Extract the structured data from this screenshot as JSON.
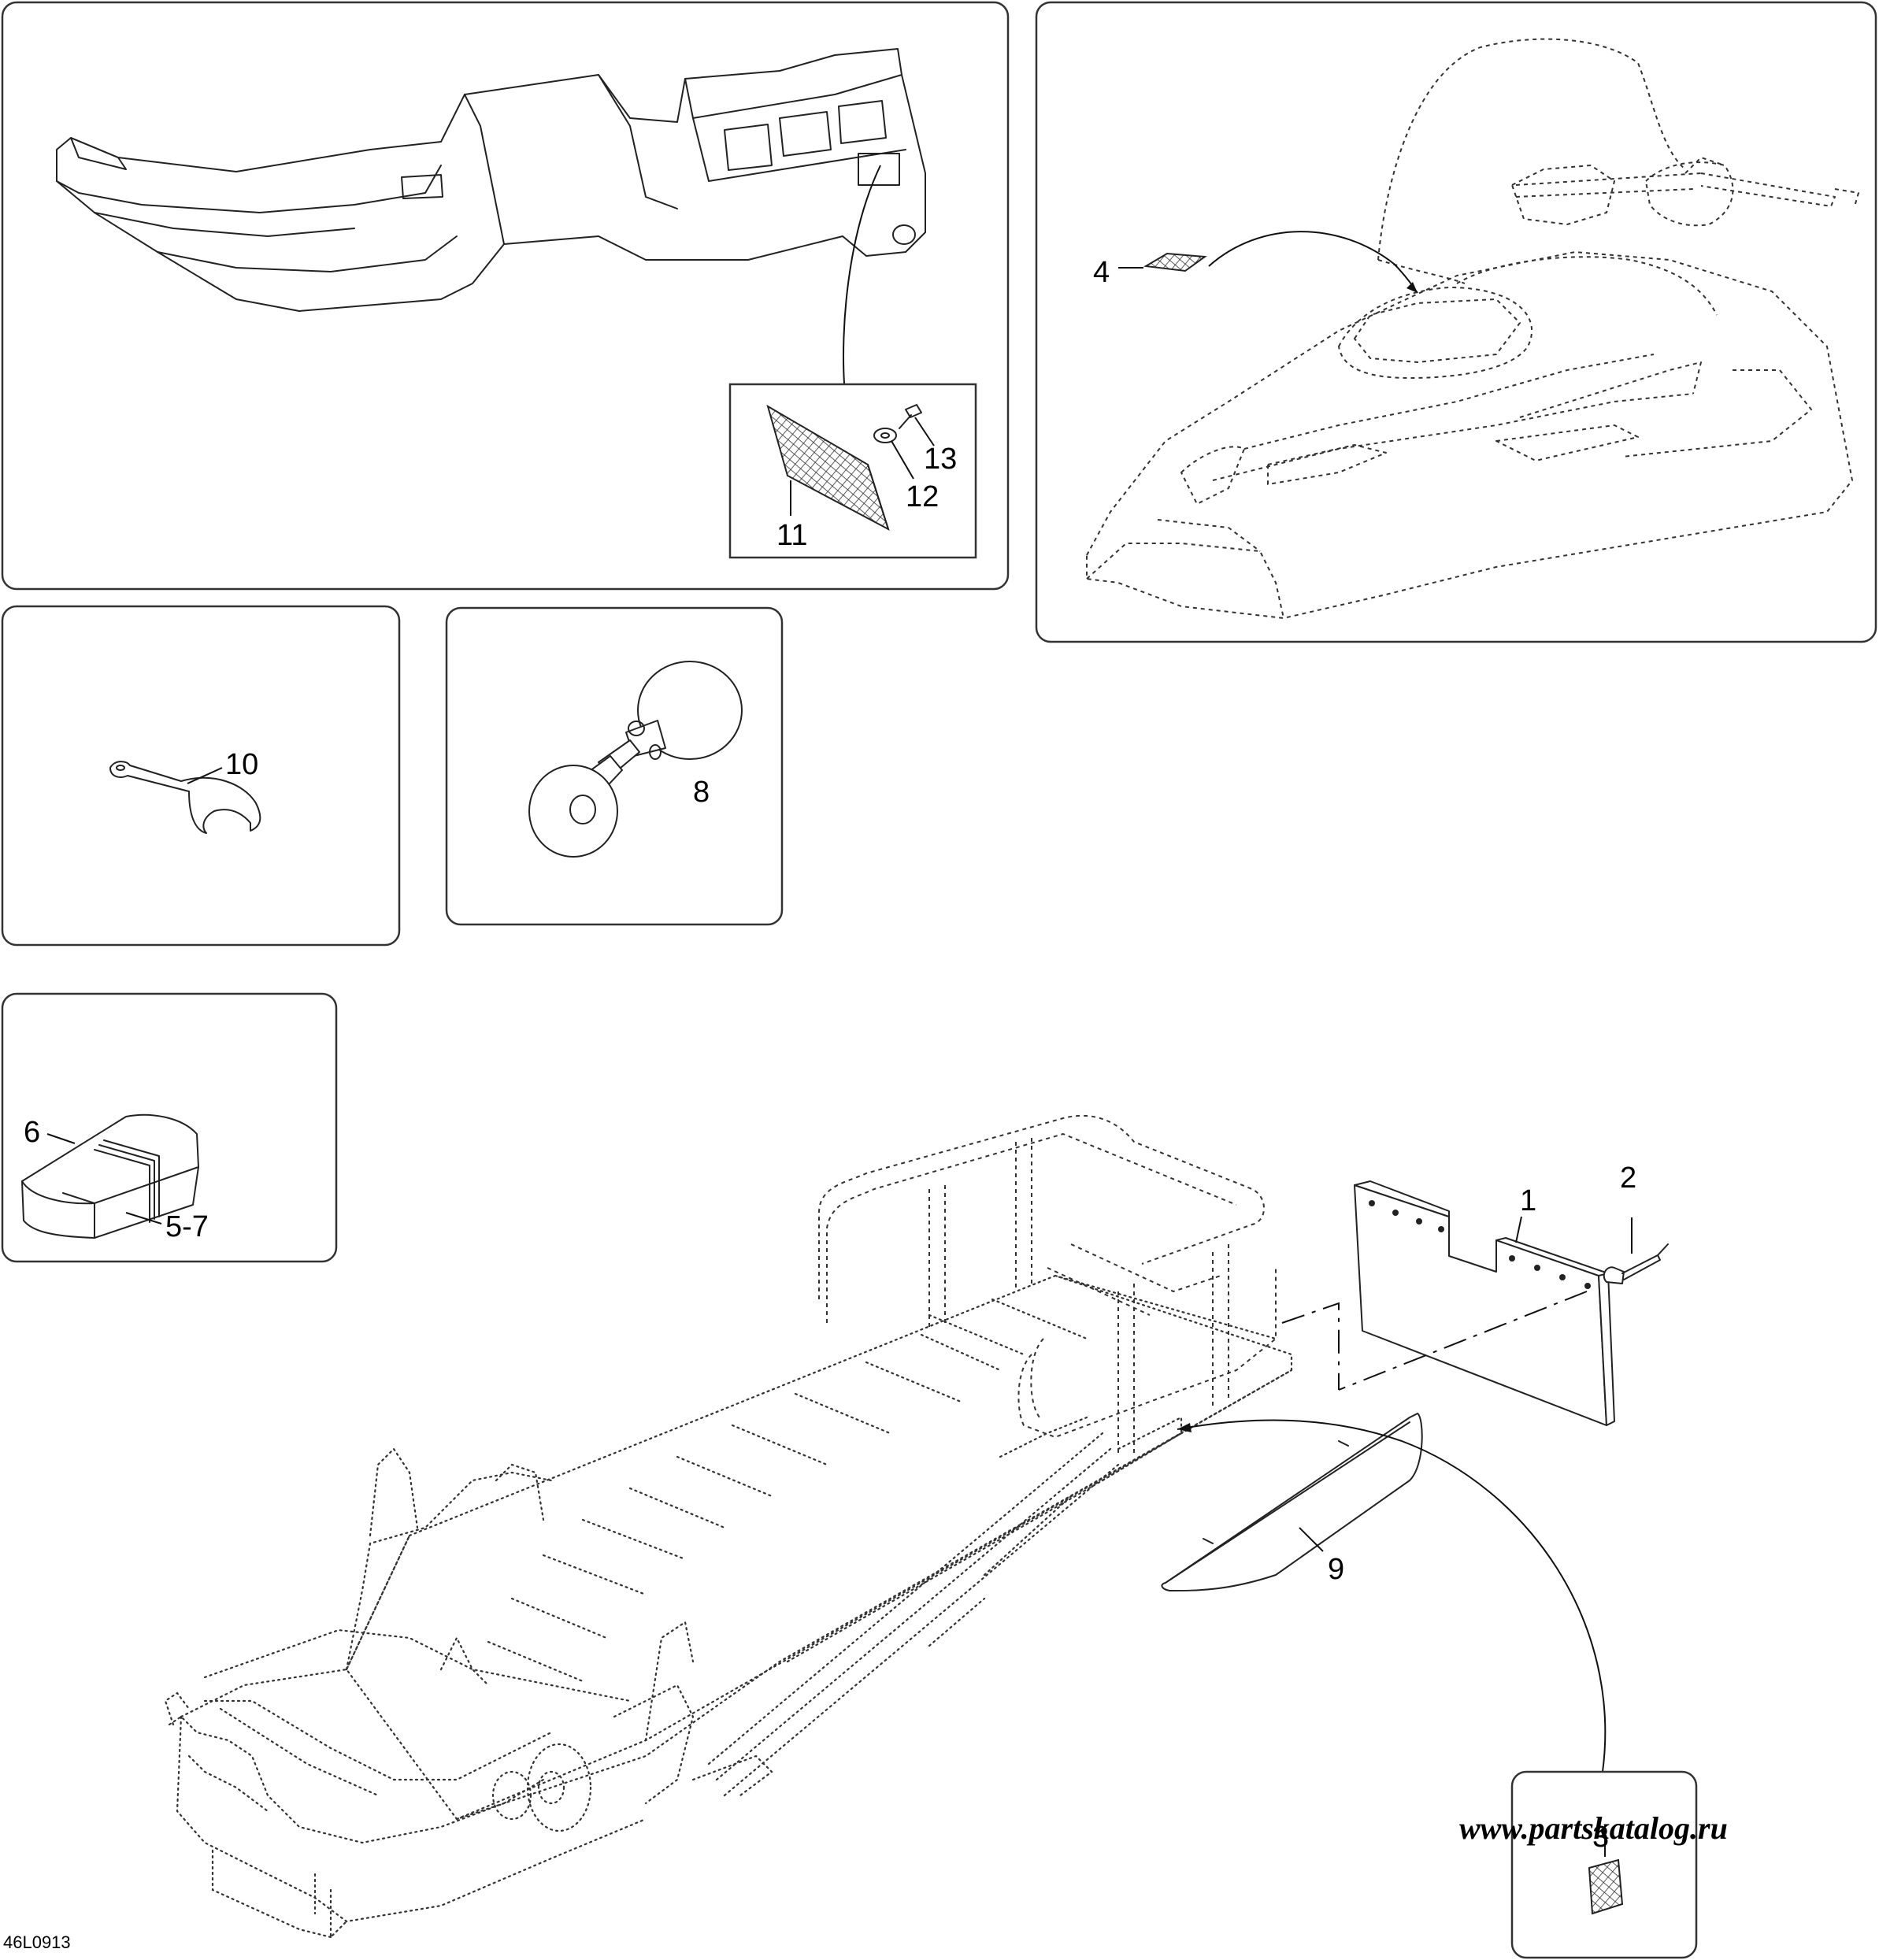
{
  "callouts": {
    "c1": "1",
    "c2": "2",
    "c3": "3",
    "c4": "4",
    "c5_7": "5-7",
    "c6": "6",
    "c8": "8",
    "c9": "9",
    "c10": "10",
    "c11": "11",
    "c12": "12",
    "c13": "13"
  },
  "figure_code": "46L0913",
  "watermark": "www.partskatalog.ru",
  "colors": {
    "watermark": "#e8363c",
    "line": "#222222",
    "panel_border": "#333333"
  }
}
